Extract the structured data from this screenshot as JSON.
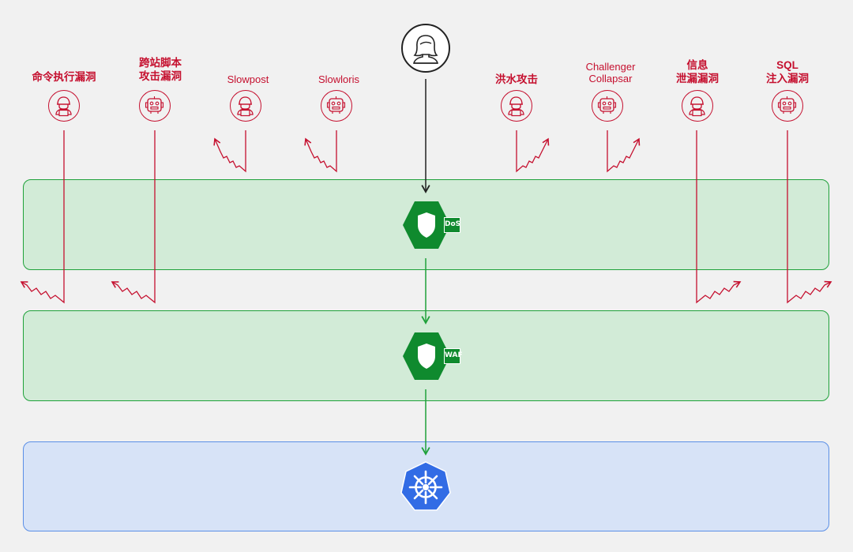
{
  "title": "",
  "user": {
    "icon": "user-avatar-icon"
  },
  "attacks": [
    {
      "id": "cmd-exec",
      "label": "命令执行漏洞",
      "icon": "hacker-icon",
      "english": false
    },
    {
      "id": "xss",
      "label": "跨站脚本\n攻击漏洞",
      "icon": "robot-icon",
      "english": false
    },
    {
      "id": "slowpost",
      "label": "Slowpost",
      "icon": "hacker-icon",
      "english": true
    },
    {
      "id": "slowloris",
      "label": "Slowloris",
      "icon": "robot-icon",
      "english": true
    },
    {
      "id": "flood",
      "label": "洪水攻击",
      "icon": "hacker-icon",
      "english": false
    },
    {
      "id": "cc",
      "label": "Challenger\nCollapsar",
      "icon": "robot-icon",
      "english": true
    },
    {
      "id": "info-leak",
      "label": "信息\n泄漏漏洞",
      "icon": "hacker-icon",
      "english": false
    },
    {
      "id": "sqli",
      "label": "SQL\n注入漏洞",
      "icon": "robot-icon",
      "english": false
    }
  ],
  "layers": {
    "dos": {
      "badge": "DoS",
      "icon": "shield-icon",
      "color": "#0f8a2e"
    },
    "waf": {
      "badge": "WAF",
      "icon": "shield-icon",
      "color": "#0f8a2e"
    },
    "k8s": {
      "icon": "kubernetes-icon",
      "color": "#326ce5"
    }
  },
  "colors": {
    "attack": "#c5102f",
    "secure_flow": "#1fa13a",
    "green_band": "#d2ebd7",
    "blue_band": "#d7e3f7",
    "background": "#f1f1f1"
  }
}
